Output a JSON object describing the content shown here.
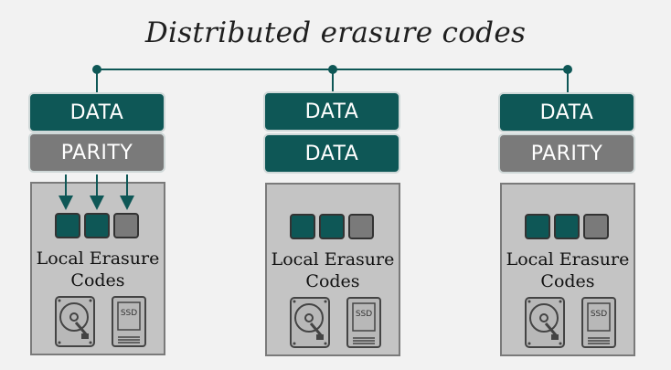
{
  "title": "Distributed erasure codes",
  "colors": {
    "data": "#0e5756",
    "parity": "#7a7a7a",
    "node_bg": "#c4c4c4"
  },
  "nodes": [
    {
      "blocks": [
        "DATA",
        "PARITY"
      ],
      "block_types": [
        "data",
        "parity"
      ],
      "chunks": [
        "data",
        "data",
        "parity"
      ],
      "label_line1": "Local Erasure",
      "label_line2": "Codes",
      "has_arrows": true
    },
    {
      "blocks": [
        "DATA",
        "DATA"
      ],
      "block_types": [
        "data",
        "data"
      ],
      "chunks": [
        "data",
        "data",
        "parity"
      ],
      "label_line1": "Local Erasure",
      "label_line2": "Codes",
      "has_arrows": false
    },
    {
      "blocks": [
        "DATA",
        "PARITY"
      ],
      "block_types": [
        "data",
        "parity"
      ],
      "chunks": [
        "data",
        "data",
        "parity"
      ],
      "label_line1": "Local Erasure",
      "label_line2": "Codes",
      "has_arrows": false
    }
  ],
  "ssd_label": "SSD",
  "icons": [
    "hard-disk-icon",
    "ssd-icon"
  ]
}
